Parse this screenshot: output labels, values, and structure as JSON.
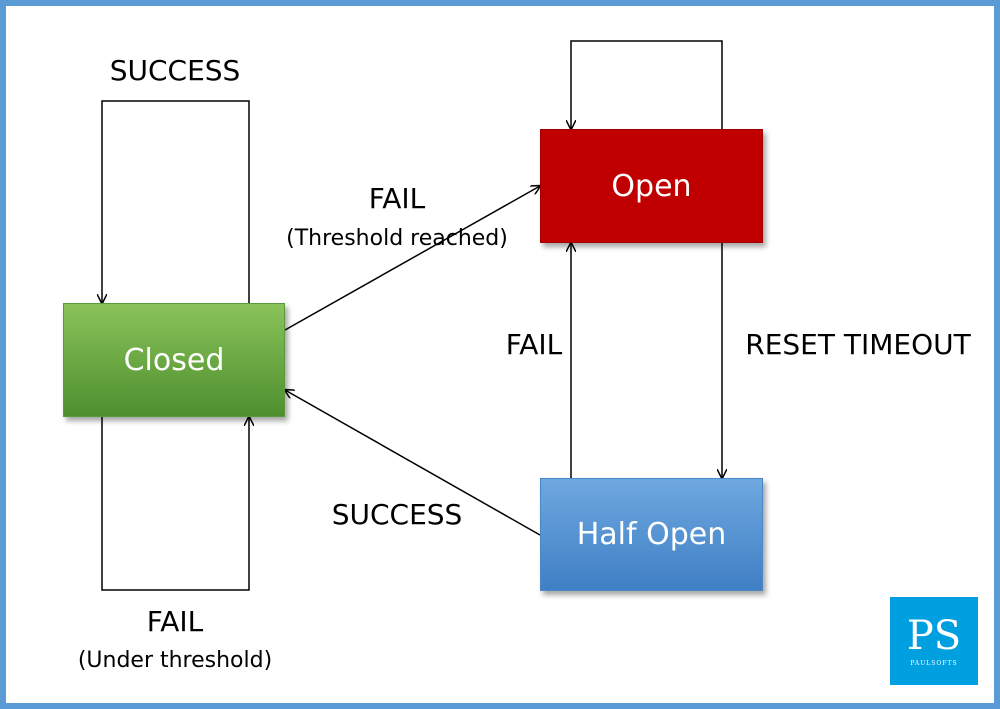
{
  "states": {
    "closed": "Closed",
    "open": "Open",
    "half_open": "Half Open"
  },
  "transitions": {
    "closed_success": "SUCCESS",
    "closed_fail": "FAIL",
    "closed_fail_note": "(Under threshold)",
    "closed_to_open": "FAIL",
    "closed_to_open_note": "(Threshold reached)",
    "halfopen_to_open": "FAIL",
    "open_to_halfopen": "RESET TIMEOUT",
    "halfopen_to_closed": "SUCCESS"
  },
  "logo": {
    "mark": "PS",
    "brand": "PAULSOFTS"
  },
  "colors": {
    "frame": "#5b9bd5",
    "closed": "#6aa84f",
    "open": "#c00000",
    "half_open": "#5b9bd5",
    "logo": "#009fe0"
  }
}
